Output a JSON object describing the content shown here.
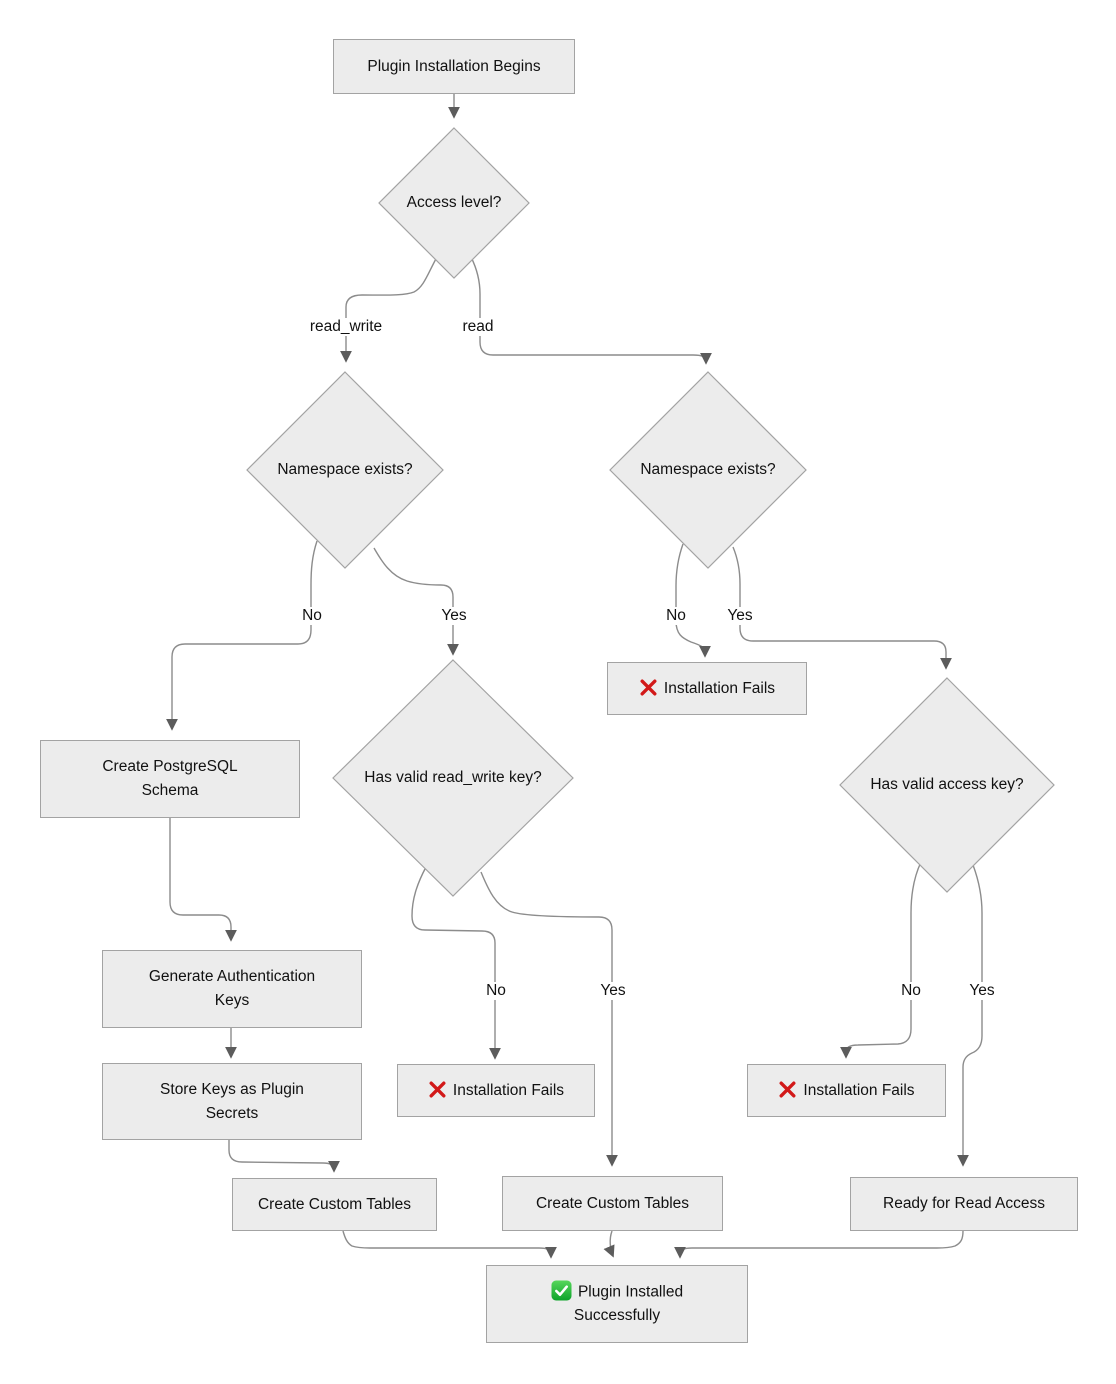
{
  "diagram": {
    "nodes": {
      "start": "Plugin Installation Begins",
      "access_level": "Access level?",
      "namespace_rw": "Namespace exists?",
      "namespace_read": "Namespace exists?",
      "create_schema": "Create PostgreSQL Schema",
      "has_rw_key": "Has valid read_write key?",
      "has_access_key": "Has valid access key?",
      "generate_keys": "Generate Authentication Keys",
      "store_keys": "Store Keys as Plugin Secrets",
      "fail_namespace": "Installation Fails",
      "fail_rw_key": "Installation Fails",
      "fail_access_key": "Installation Fails",
      "create_tables_rw": "Create Custom Tables",
      "create_tables_read": "Create Custom Tables",
      "ready_read": "Ready for Read Access",
      "success": "Plugin Installed Successfully"
    },
    "edge_labels": {
      "access_rw": "read_write",
      "access_read": "read",
      "ns_rw_no": "No",
      "ns_rw_yes": "Yes",
      "ns_read_no": "No",
      "ns_read_yes": "Yes",
      "rw_key_no": "No",
      "rw_key_yes": "Yes",
      "access_key_no": "No",
      "access_key_yes": "Yes"
    },
    "icons": {
      "fail": "red-cross-mark",
      "success": "green-check-mark"
    },
    "colors": {
      "background": "#ffffff",
      "node_fill": "#ececec",
      "node_border": "#a3a3a3",
      "edge": "#8c8c8c",
      "arrowhead": "#5c5c5c",
      "text": "#111111",
      "fail_red": "#d21919",
      "success_green_top": "#57d65b",
      "success_green_bottom": "#0da32a"
    }
  }
}
